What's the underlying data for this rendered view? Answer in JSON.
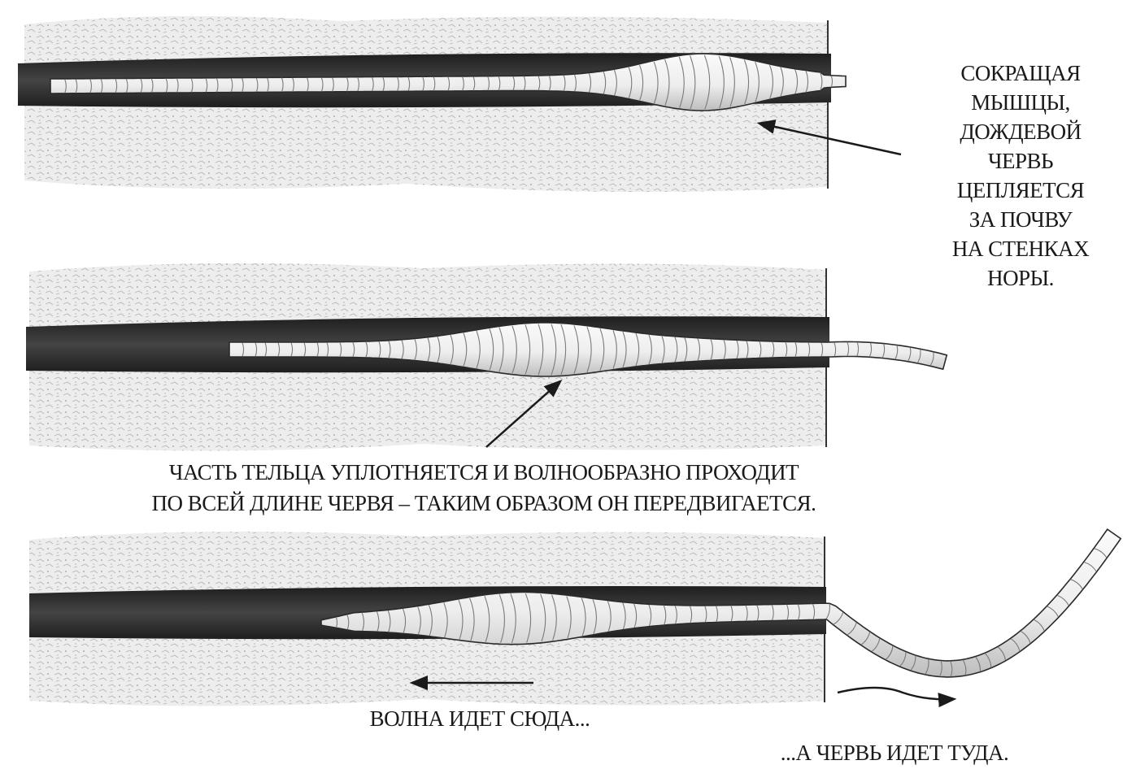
{
  "labels": {
    "top": [
      "СОКРАЩАЯ",
      "МЫШЦЫ,",
      "ДОЖДЕВОЙ",
      "ЧЕРВЬ",
      "ЦЕПЛЯЕТСЯ",
      "ЗА ПОЧВУ",
      "НА СТЕНКАХ",
      "НОРЫ."
    ],
    "middle": [
      "ЧАСТЬ ТЕЛЬЦА УПЛОТНЯЕТСЯ И ВОЛНООБРАЗНО ПРОХОДИТ",
      "ПО ВСЕЙ ДЛИНЕ ЧЕРВЯ – ТАКИМ ОБРАЗОМ ОН ПЕРЕДВИГАЕТСЯ."
    ],
    "wave": "ВОЛНА ИДЕТ СЮДА...",
    "worm": "...А ЧЕРВЬ ИДЕТ ТУДА."
  },
  "colors": {
    "burrow": "#2e2e2e",
    "soil": "#d9d9d9",
    "worm_fill": "#f2f2f2",
    "ink": "#1a1a1a"
  }
}
